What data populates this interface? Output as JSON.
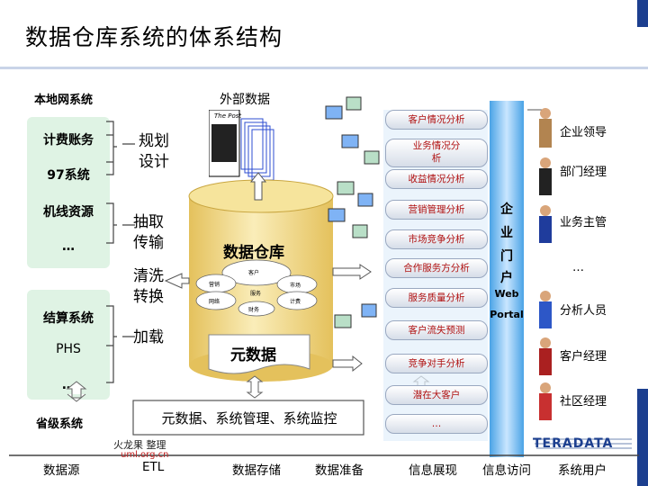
{
  "title": "数据仓库系统的体系结构",
  "sources": {
    "local_header": "本地网系统",
    "external_header": "外部数据",
    "external_logo": "The Post",
    "local_items": [
      "计费账务",
      "97系统",
      "机线资源",
      "…"
    ],
    "province_items": [
      "结算系统",
      "PHS",
      "…"
    ],
    "province_footer": "省级系统"
  },
  "steps": [
    "规划\n设计",
    "抽取\n传输",
    "清洗\n转换",
    "加载"
  ],
  "warehouse": {
    "label": "数据仓库",
    "inner_small": [
      "客户",
      "营销",
      "市场",
      "网络",
      "计费",
      "服务",
      "财务"
    ],
    "metadata_label": "元数据"
  },
  "monitor_label": "元数据、系统管理、系统监控",
  "analyses": [
    "客户情况分析",
    "业务情况分\n析",
    "收益情况分析",
    "营销管理分析",
    "市场竞争分析",
    "合作服务方分析",
    "服务质量分析",
    "客户流失预测",
    "竞争对手分析",
    "潜在大客户",
    "…"
  ],
  "portal": {
    "chars": [
      "企",
      "业",
      "门",
      "户"
    ],
    "web": "Web",
    "portal": "Portal"
  },
  "users": [
    "企业领导",
    "部门经理",
    "业务主管",
    "…",
    "分析人员",
    "客户经理",
    "社区经理"
  ],
  "watermark": {
    "line1": "火龙果 整理",
    "line2": "uml.org.cn"
  },
  "logo": "TERADATA",
  "bottom_labels": [
    "数据源",
    "ETL",
    "数据存储",
    "数据准备",
    "信息展现",
    "信息访问",
    "系统用户"
  ],
  "colors": {
    "accent_blue": "#1c3f8f",
    "cylinder_gold": "#f0d27a",
    "analysis_red": "#b01010",
    "portal_blue": "#4aa3e6"
  }
}
